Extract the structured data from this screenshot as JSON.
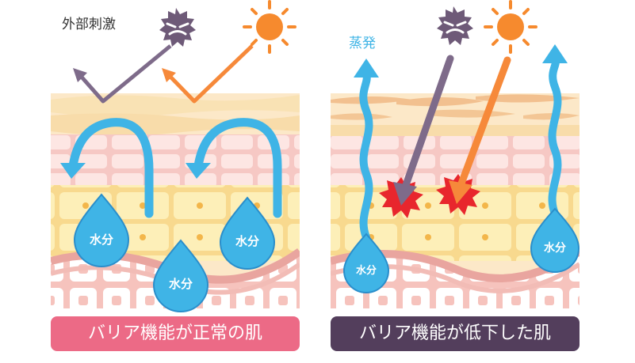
{
  "left_panel": {
    "external_label": "外部刺激",
    "caption": "バリア機能が正常の肌",
    "drops": [
      "水分",
      "水分",
      "水分"
    ]
  },
  "right_panel": {
    "evaporation_label": "蒸発",
    "caption": "バリア機能が低下した肌",
    "drops": [
      "水分",
      "水分"
    ]
  },
  "colors": {
    "water": "#3fb4e6",
    "virus": "#6e5a78",
    "sun": "#f68a2e",
    "caption_normal": "#ec6a86",
    "caption_damaged": "#533e5c",
    "damage": "#e8262d"
  },
  "icons": [
    "virus-icon",
    "sun-icon",
    "water-drop-icon",
    "damage-burst-icon"
  ]
}
